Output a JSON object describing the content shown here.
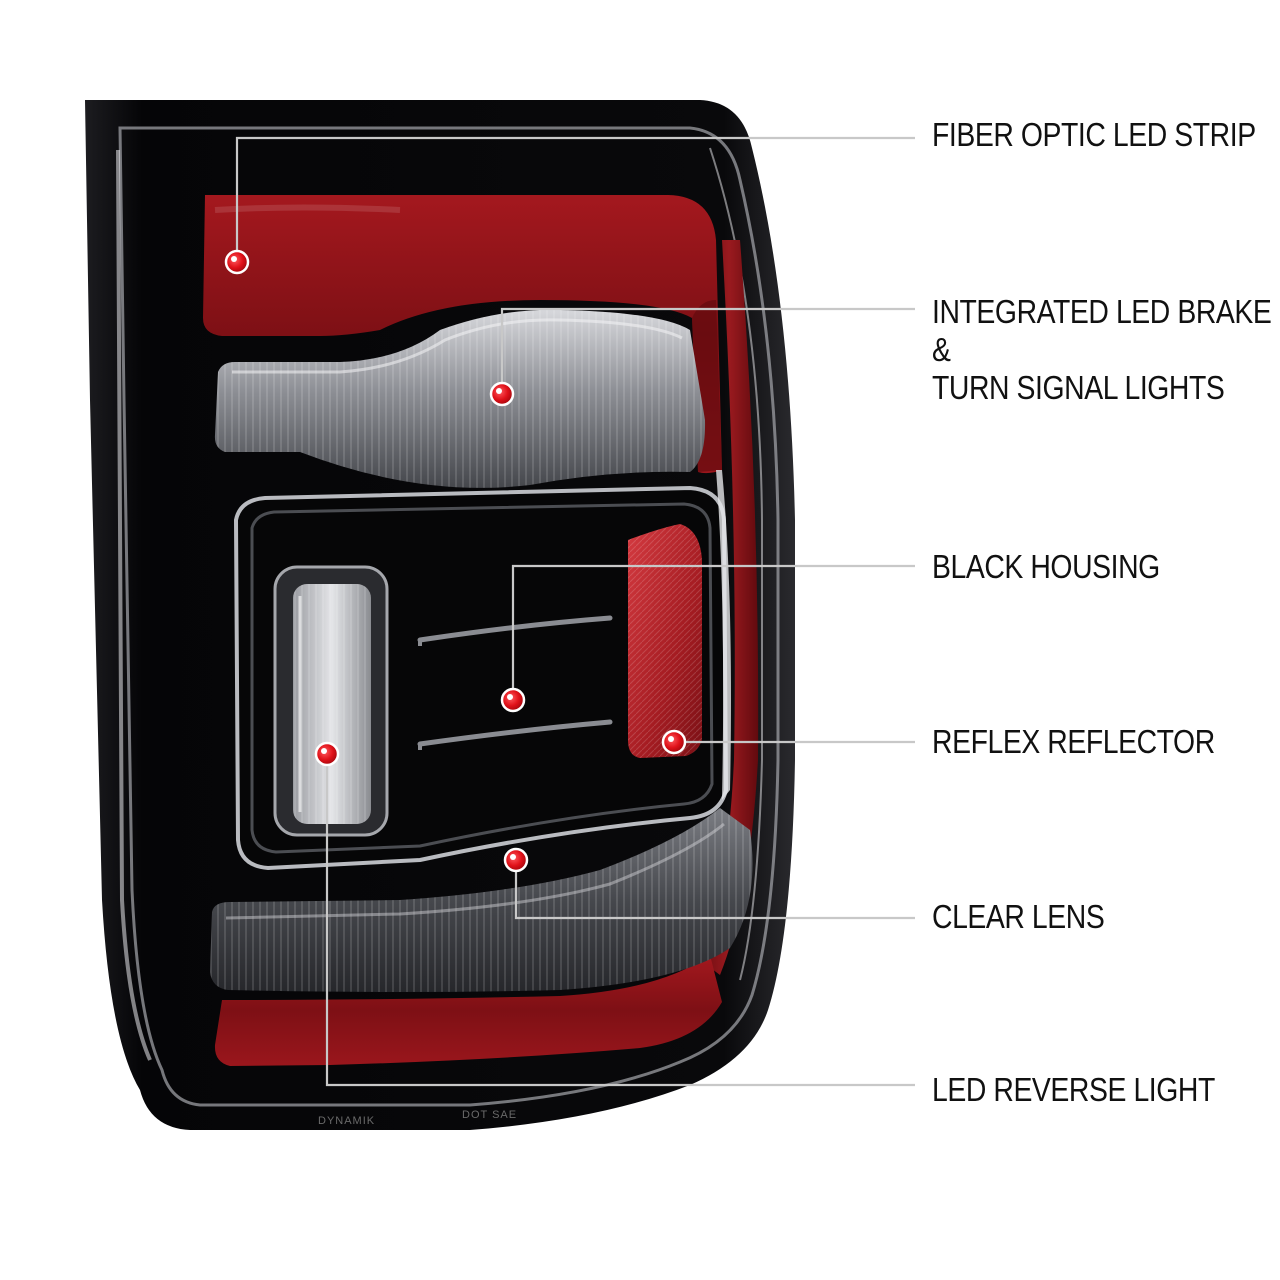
{
  "callouts": [
    {
      "id": "fiber-optic",
      "lines": [
        "FIBER OPTIC LED STRIP"
      ]
    },
    {
      "id": "brake-turn",
      "lines": [
        "INTEGRATED LED BRAKE",
        "&",
        "TURN SIGNAL LIGHTS"
      ]
    },
    {
      "id": "housing",
      "lines": [
        "BLACK HOUSING"
      ]
    },
    {
      "id": "reflector",
      "lines": [
        "REFLEX REFLECTOR"
      ]
    },
    {
      "id": "clear-lens",
      "lines": [
        "CLEAR LENS"
      ]
    },
    {
      "id": "reverse",
      "lines": [
        "LED REVERSE LIGHT"
      ]
    }
  ],
  "product_markings": {
    "brand": "DYNAMIK",
    "dot": "DOT SAE"
  },
  "colors": {
    "housing": "#0a0a0c",
    "fiber_strip": "#8e1418",
    "reflector": "#b8242a",
    "lens_smoke": "#6f7176",
    "leader_line": "#c8c8c8",
    "dot": "#d8141e",
    "label_text": "#111111"
  }
}
